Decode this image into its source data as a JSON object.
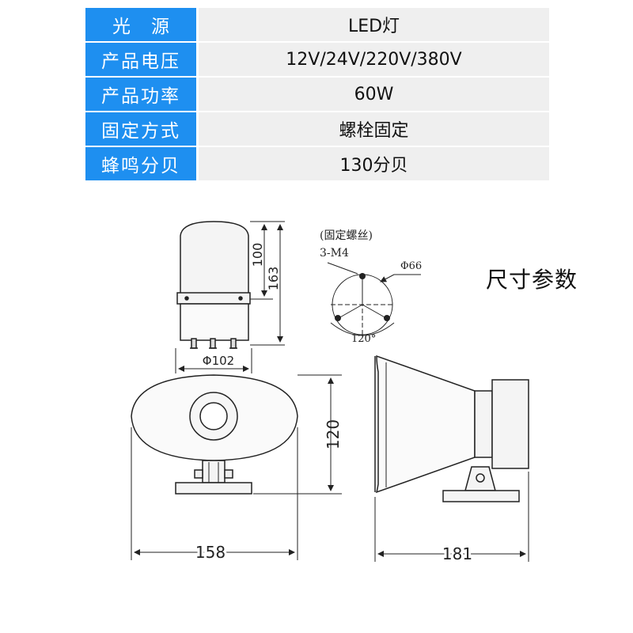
{
  "specs": [
    {
      "label": "光源",
      "value": "LED灯"
    },
    {
      "label": "产品电压",
      "value": "12V/24V/220V/380V"
    },
    {
      "label": "产品功率",
      "value": "60W"
    },
    {
      "label": "固定方式",
      "value": "螺栓固定"
    },
    {
      "label": "蜂鸣分贝",
      "value": "130分贝"
    }
  ],
  "section_heading": "尺寸参数",
  "dimensions": {
    "height_inner": "100",
    "height_total": "163",
    "base_diameter": "Φ102",
    "mount_note": "(固定螺丝)",
    "screw_spec": "3-M4",
    "bolt_circle": "Φ66",
    "angle": "120°",
    "horn_height": "120",
    "horn_width": "158",
    "horn_depth": "181"
  },
  "colors": {
    "header_blue": "#1e8ff0",
    "value_bg": "#efefef",
    "line": "#222222"
  }
}
